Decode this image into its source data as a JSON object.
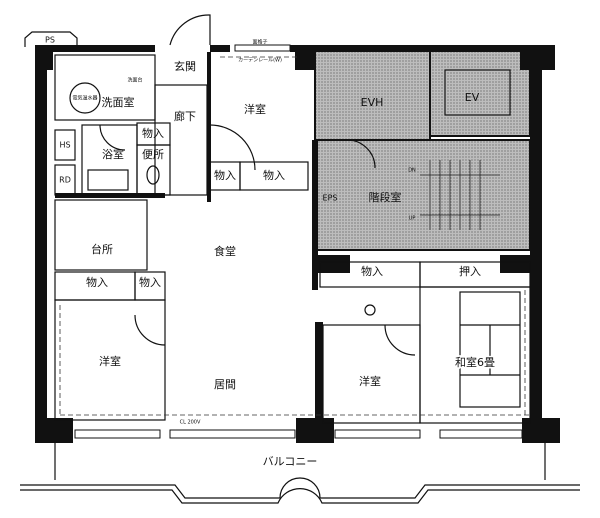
{
  "plan": {
    "ps": "PS",
    "entrance": "玄関",
    "hallway": "廊下",
    "washroom": "洗面室",
    "water_heater": "電気温水器",
    "wash_stand": "洗面台",
    "bath": "浴室",
    "toilet": "便所",
    "hs": "HS",
    "rd": "RD",
    "kitchen": "台所",
    "dining": "食堂",
    "living": "居間",
    "western_room_1": "洋室",
    "western_room_2": "洋室",
    "western_room_3": "洋室",
    "japanese_room": "和室6畳",
    "closet_1": "物入",
    "closet_2": "物入",
    "closet_3": "物入",
    "closet_4": "物入",
    "closet_5": "物入",
    "closet_6": "物入",
    "oshiire": "押入",
    "evh": "EVH",
    "ev": "EV",
    "stairs": "階段室",
    "eps": "EPS",
    "up": "UP",
    "dn": "DN",
    "balcony": "バルコニー",
    "curtain_rail": "カーテンレール(W)",
    "lattice": "面格子",
    "outlet_200v": "CL 200V"
  }
}
